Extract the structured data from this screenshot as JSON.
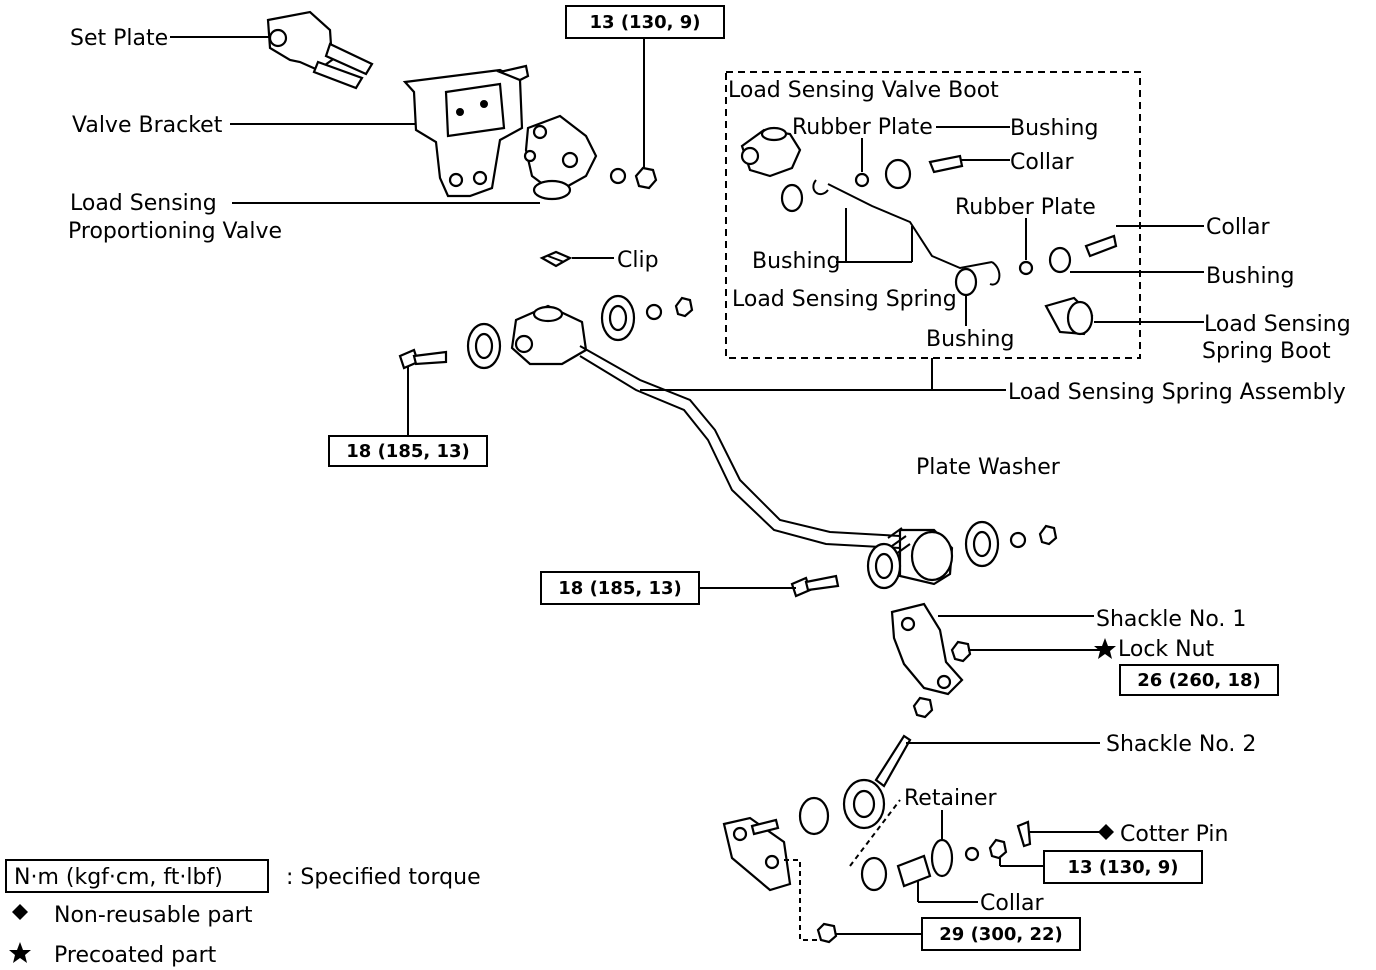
{
  "labels": {
    "set_plate": "Set Plate",
    "valve_bracket": "Valve Bracket",
    "lspv_line1": "Load Sensing",
    "lspv_line2": "Proportioning Valve",
    "clip": "Clip",
    "lsv_boot": "Load Sensing Valve Boot",
    "rubber_plate_1": "Rubber Plate",
    "bushing_1": "Bushing",
    "collar_1": "Collar",
    "rubber_plate_2": "Rubber Plate",
    "collar_2": "Collar",
    "bushing_2": "Bushing",
    "bushing_3": "Bushing",
    "ls_spring": "Load Sensing Spring",
    "bushing_4": "Bushing",
    "lssb_line1": "Load Sensing",
    "lssb_line2": "Spring Boot",
    "ls_spring_assembly": "Load Sensing Spring Assembly",
    "plate_washer": "Plate Washer",
    "shackle_1": "Shackle No. 1",
    "lock_nut": "Lock Nut",
    "shackle_2": "Shackle No. 2",
    "retainer": "Retainer",
    "cotter_pin": "Cotter Pin",
    "collar_3": "Collar"
  },
  "torques": {
    "t1": "13 (130, 9)",
    "t2": "18 (185, 13)",
    "t3": "18 (185, 13)",
    "t4": "26 (260, 18)",
    "t5": "13 (130, 9)",
    "t6": "29 (300, 22)"
  },
  "legend": {
    "torque_box": "N·m (kgf·cm, ft·lbf)",
    "torque_text": ":  Specified torque",
    "diamond_text": "Non-reusable part",
    "star_text": "Precoated part"
  }
}
